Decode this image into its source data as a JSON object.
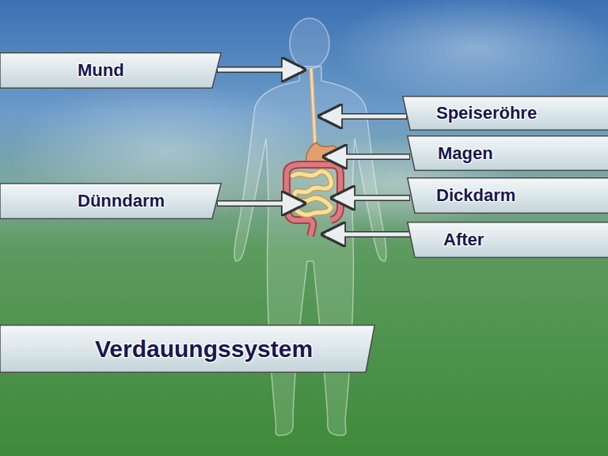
{
  "diagram": {
    "title": "Verdauungssystem",
    "nodes": [
      {
        "text": [
          "Mund"
        ]
      },
      {
        "text": [
          "Speiseröhre"
        ]
      },
      {
        "text": [
          "Magen"
        ]
      },
      {
        "text": [
          "Dünndarm"
        ]
      },
      {
        "text": [
          "Dickdarm"
        ]
      },
      {
        "text": [
          "After"
        ]
      }
    ]
  }
}
